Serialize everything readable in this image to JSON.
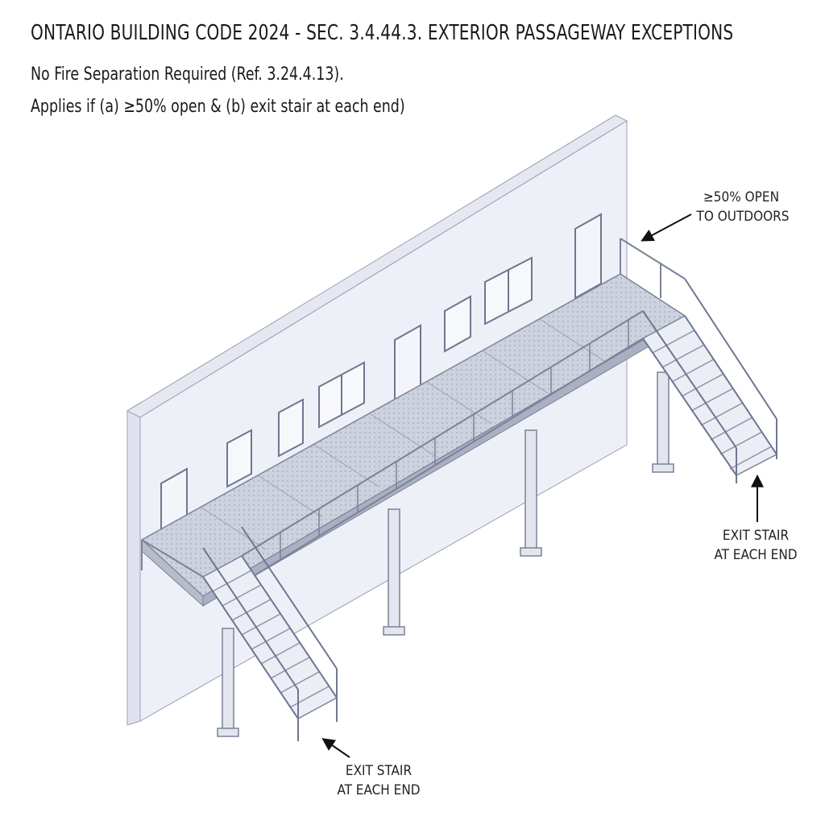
{
  "header": {
    "title": "ONTARIO BUILDING CODE 2024 - SEC. 3.4.44.3. EXTERIOR PASSAGEWAY EXCEPTIONS",
    "line1": "No Fire Separation Required (Ref. 3.24.4.13).",
    "line2": "Applies if (a) ≥50% open & (b) exit stair at each end)"
  },
  "callouts": {
    "open_line1": "≥50% OPEN",
    "open_line2": "TO OUTDOORS",
    "stair_right_line1": "EXIT STAIR",
    "stair_right_line2": "AT EACH END",
    "stair_left_line1": "EXIT STAIR",
    "stair_left_line2": "AT EACH END"
  },
  "colors": {
    "wall_face": "#eef0f7",
    "wall_edge": "#dfe2ee",
    "deck": "#cfd4e0",
    "steel": "#8c93a8",
    "line": "#6f7690"
  }
}
